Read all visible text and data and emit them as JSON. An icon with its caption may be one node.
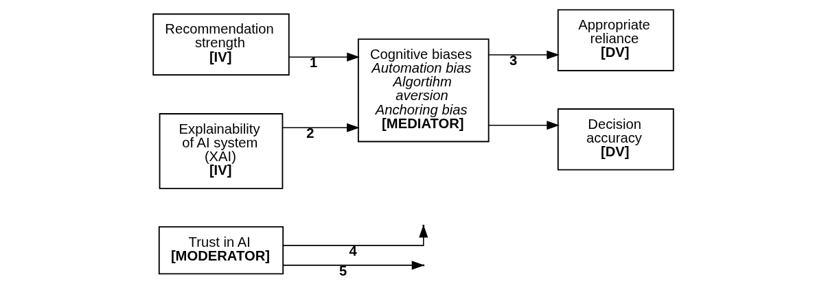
{
  "diagram": {
    "nodes": [
      {
        "text": [
          "Recommendation strength",
          "[IV]"
        ]
      },
      {
        "text": [
          "Explainability of AI system (XAI)",
          "[IV]"
        ]
      },
      {
        "text": [
          "Cognitive biases",
          "Automation bias",
          "Algortihm aversion",
          "Anchoring bias",
          "[MEDIATOR]"
        ]
      },
      {
        "text": [
          "Appropriate reliance",
          "[DV]"
        ]
      },
      {
        "text": [
          "Decision accuracy",
          "[DV]"
        ]
      },
      {
        "text": [
          "Trust in AI",
          "[MODERATOR]"
        ]
      }
    ],
    "edges": [
      {
        "from": 0,
        "to": 2,
        "arrow": "to",
        "label": "1"
      },
      {
        "from": 1,
        "to": 2,
        "arrow": "to",
        "label": "2"
      },
      {
        "from": 2,
        "to": 3,
        "arrow": "to",
        "label": "3"
      },
      {
        "from": 2,
        "to": 4,
        "arrow": "to"
      },
      {
        "from": 5,
        "to": null,
        "arrow": "to",
        "label": "4"
      },
      {
        "from": 5,
        "to": null,
        "arrow": "to",
        "label": "5"
      }
    ]
  }
}
